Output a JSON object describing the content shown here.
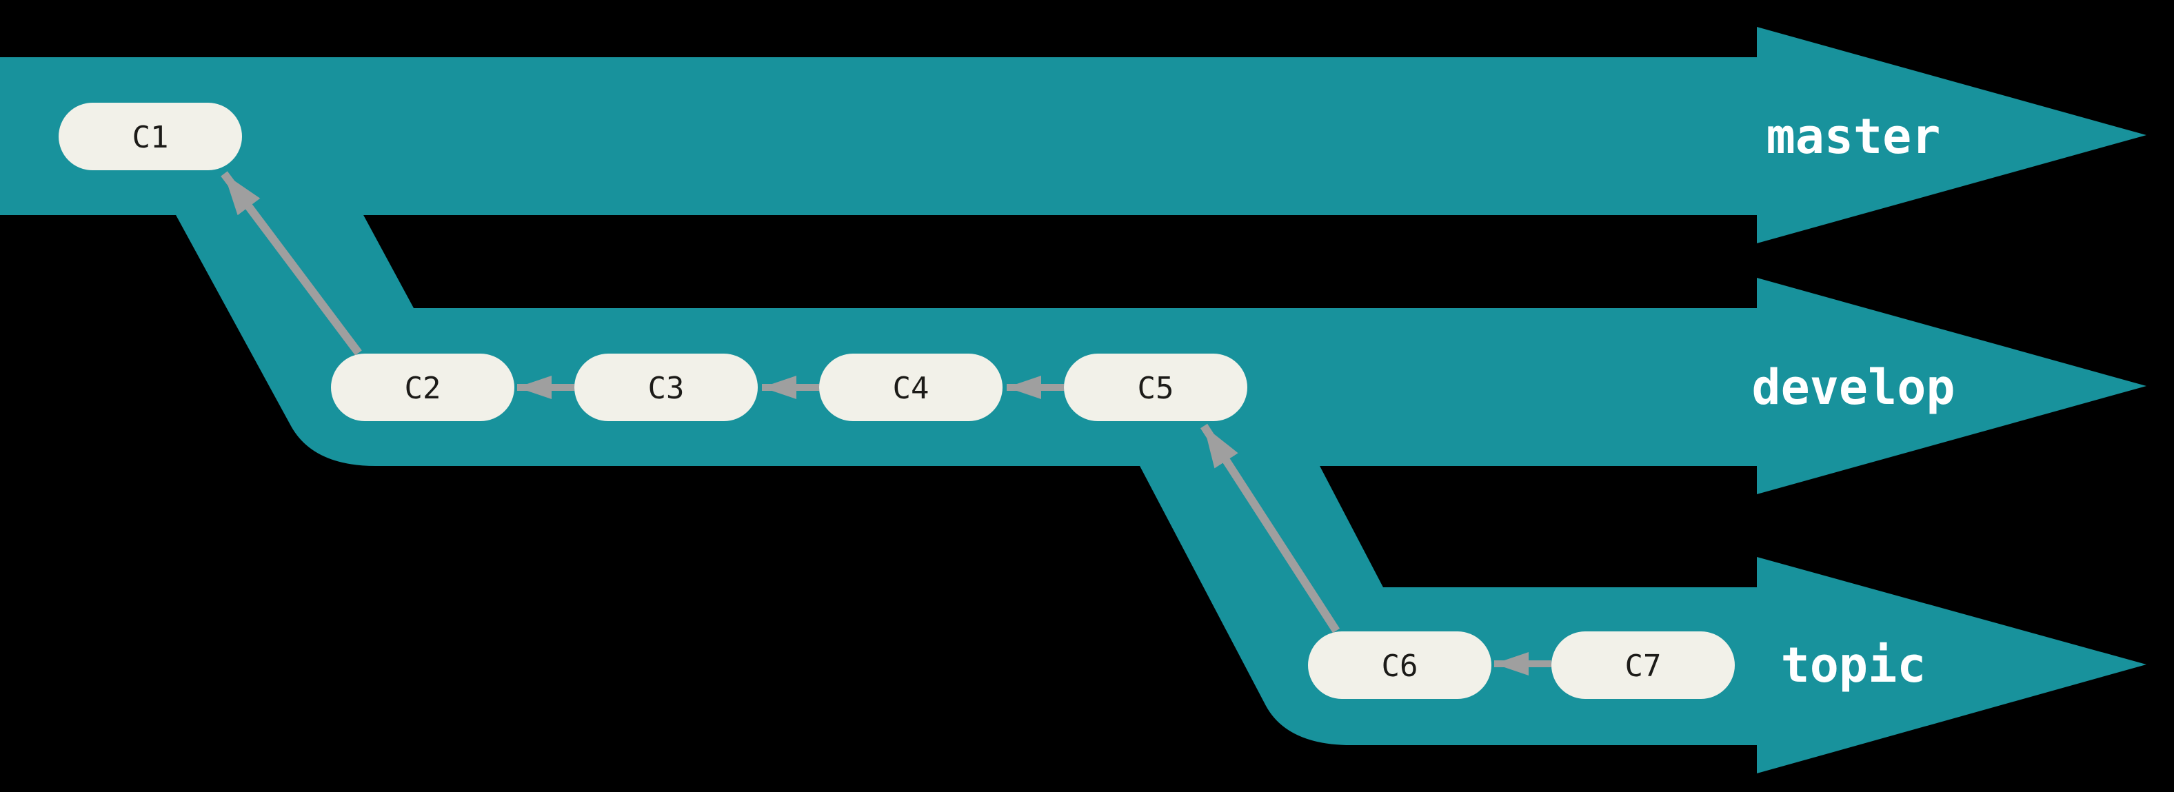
{
  "diagram": {
    "type": "git-branch-diagram",
    "colors": {
      "background": "#000000",
      "branch_fill": "#18929c",
      "commit_fill": "#f2f1e9",
      "commit_text": "#1c1b18",
      "arrow": "#9f9f9f",
      "branch_label_text": "#ffffff"
    },
    "branches": {
      "master": {
        "label": "master",
        "commits": [
          "C1"
        ]
      },
      "develop": {
        "label": "develop",
        "commits": [
          "C2",
          "C3",
          "C4",
          "C5"
        ]
      },
      "topic": {
        "label": "topic",
        "commits": [
          "C6",
          "C7"
        ]
      }
    },
    "commits": {
      "c1": {
        "label": "C1"
      },
      "c2": {
        "label": "C2"
      },
      "c3": {
        "label": "C3"
      },
      "c4": {
        "label": "C4"
      },
      "c5": {
        "label": "C5"
      },
      "c6": {
        "label": "C6"
      },
      "c7": {
        "label": "C7"
      }
    },
    "edges": [
      {
        "from": "C2",
        "to": "C1"
      },
      {
        "from": "C3",
        "to": "C2"
      },
      {
        "from": "C4",
        "to": "C3"
      },
      {
        "from": "C5",
        "to": "C4"
      },
      {
        "from": "C6",
        "to": "C5"
      },
      {
        "from": "C7",
        "to": "C6"
      }
    ]
  }
}
